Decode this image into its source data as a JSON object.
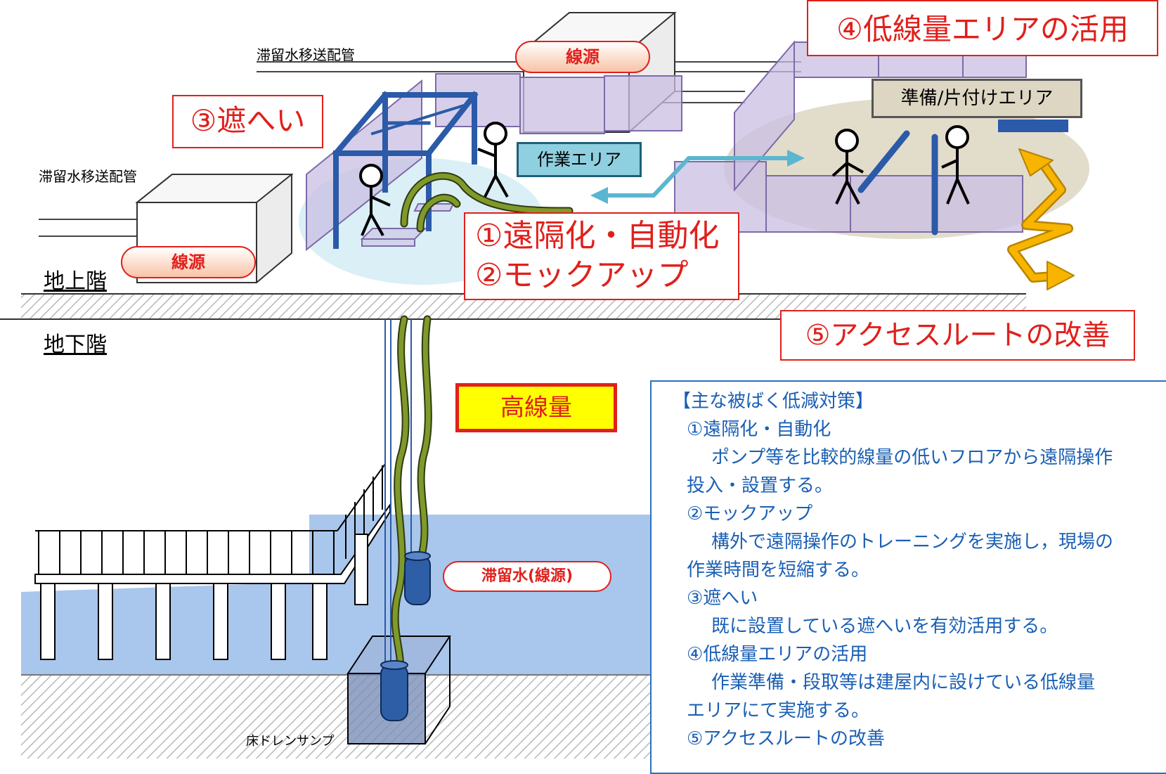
{
  "labels": {
    "pipe_top": "滞留水移送配管",
    "pipe_left": "滞留水移送配管",
    "source_top": "線源",
    "source_left": "線源",
    "above_ground": "地上階",
    "below_ground": "地下階",
    "work_area": "作業エリア",
    "prep_area": "準備/片付けエリア",
    "high_dose": "高線量",
    "stagnant_water": "滞留水(線源)",
    "floor_drain_sump": "床ドレンサンプ",
    "m1_remote": "①遠隔化・自動化",
    "m2_mockup": "②モックアップ",
    "m3_shield": "③遮へい",
    "m4_low_dose": "④低線量エリアの活用",
    "m5_access": "⑤アクセスルートの改善"
  },
  "legend": {
    "title": "【主な被ばく低減対策】",
    "items": [
      {
        "heading": "①遠隔化・自動化",
        "line1": "ポンプ等を比較的線量の低いフロアから遠隔操作",
        "line2": "投入・設置する。"
      },
      {
        "heading": "②モックアップ",
        "line1": "構外で遠隔操作のトレーニングを実施し，現場の",
        "line2": "作業時間を短縮する。"
      },
      {
        "heading": "③遮へい",
        "line1": "既に設置している遮へいを有効活用する。",
        "line2": ""
      },
      {
        "heading": "④低線量エリアの活用",
        "line1": "作業準備・段取等は建屋内に設けている低線量",
        "line2": "エリアにて実施する。"
      },
      {
        "heading": "⑤アクセスルートの改善",
        "line1": "",
        "line2": ""
      }
    ]
  },
  "colors": {
    "red_text": "#e0201c",
    "legend_blue": "#1a5fb4",
    "frame_blue": "#2b5aa8",
    "shield_purple": "#c9bfe3",
    "water_blue": "#a9c6ec",
    "hose_green": "#7f9a2a",
    "route_yellow": "#f7b500",
    "area_cyan": "#8fd0e0",
    "prep_tan": "#ddd6c2"
  }
}
